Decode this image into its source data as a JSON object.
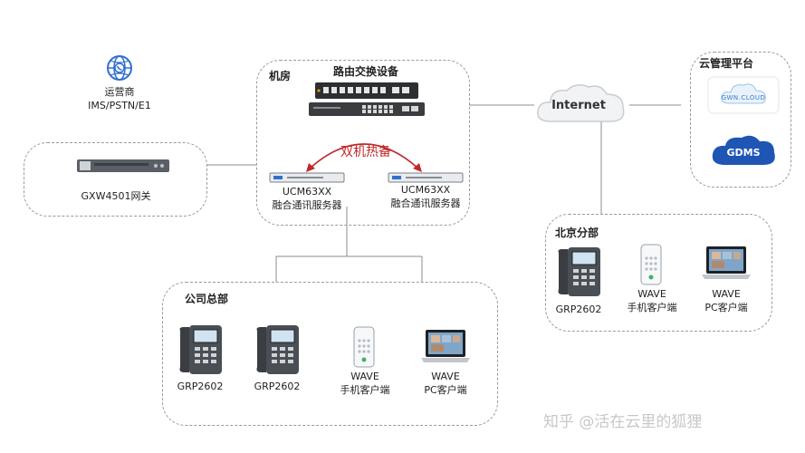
{
  "carrier": {
    "title": "运营商",
    "subtitle": "IMS/PSTN/E1",
    "icon": "globe-telecom-icon"
  },
  "gateway": {
    "label": "GXW4501网关"
  },
  "machine_room": {
    "title": "机房",
    "routing_label": "路由交换设备",
    "hot_standby": "双机热备",
    "servers": [
      {
        "model": "UCM63XX",
        "desc": "融合通讯服务器"
      },
      {
        "model": "UCM63XX",
        "desc": "融合通讯服务器"
      }
    ]
  },
  "internet": {
    "label": "Internet"
  },
  "cloud_platform": {
    "title": "云管理平台",
    "logos": [
      "GWN.CLOUD",
      "GDMS"
    ]
  },
  "beijing": {
    "title": "北京分部",
    "devices": [
      {
        "line1": "GRP2602",
        "line2": ""
      },
      {
        "line1": "WAVE",
        "line2": "手机客户端"
      },
      {
        "line1": "WAVE",
        "line2": "PC客户端"
      }
    ]
  },
  "hq": {
    "title": "公司总部",
    "devices": [
      {
        "line1": "GRP2602",
        "line2": ""
      },
      {
        "line1": "GRP2602",
        "line2": ""
      },
      {
        "line1": "WAVE",
        "line2": "手机客户端"
      },
      {
        "line1": "WAVE",
        "line2": "PC客户端"
      }
    ]
  },
  "watermark": "知乎 @活在云里的狐狸",
  "colors": {
    "accent_red": "#c0282a",
    "cloud_blue": "#2f6fd0",
    "line_gray": "#8c8c8c"
  }
}
